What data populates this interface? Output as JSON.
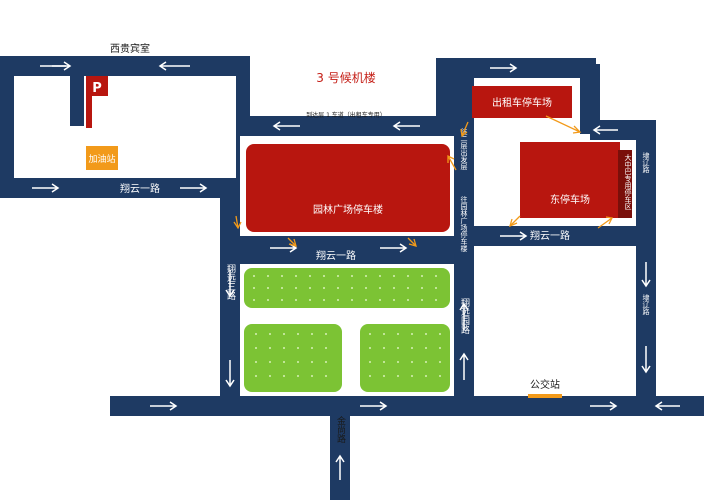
{
  "title": "3 号候机楼",
  "places": {
    "guest_house": "西贵宾室",
    "parking_sign": "P",
    "gas_station": "加油站",
    "garden_plaza_parking": "园林广场停车楼",
    "taxi_lot": "出租车停车场",
    "east_parking": "东停车场",
    "bus_parking": "大中巴专用停车区",
    "bus_stop": "公交站"
  },
  "roads": {
    "xiangyun_1_left": "翔云一路",
    "xiangyun_1_center": "翔云一路",
    "xiangyun_1_right": "翔云一路",
    "xiangyun_3": "翔远三路",
    "xiangyuan_yuan": "翔远园路",
    "jinshang": "金尚路",
    "pinliao_top": "埭辽路",
    "pinliao_bottom": "埭辽路",
    "departure_lane1": "到达层 1 车道（出租车专用）",
    "to_level2": "往二层出发层",
    "to_garden": "往园林广场停车楼"
  },
  "colors": {
    "road": "#1e3a63",
    "building": "#b8160f",
    "green": "#7cc334",
    "gas": "#f29a1a",
    "route_arrow": "#f29a1a"
  }
}
